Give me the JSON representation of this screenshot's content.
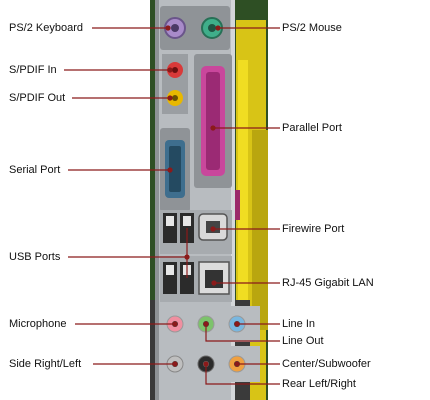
{
  "labels": {
    "ps2_keyboard": "PS/2 Keyboard",
    "ps2_mouse": "PS/2 Mouse",
    "spdif_in": "S/PDIF In",
    "spdif_out": "S/PDIF Out",
    "parallel_port": "Parallel Port",
    "serial_port": "Serial Port",
    "firewire_port": "Firewire Port",
    "usb_ports": "USB Ports",
    "rj45_lan": "RJ-45 Gigabit LAN",
    "microphone": "Microphone",
    "line_in": "Line In",
    "line_out": "Line Out",
    "side_right_left": "Side Right/Left",
    "center_subwoofer": "Center/Subwoofer",
    "rear_left_right": "Rear Left/Right"
  },
  "colors": {
    "leader_line": "#8b1a1a",
    "panel_metal": "#b8bcc0",
    "board_yellow": "#e8d21a",
    "board_green": "#3f6f2f",
    "keyboard_port": "#a88bc9",
    "mouse_port": "#3fae8a",
    "parallel_port": "#c9479c",
    "serial_port": "#3e6e8e",
    "spdif_in": "#d93a3a",
    "spdif_out": "#e8b800",
    "jack_pink": "#f08fa0",
    "jack_green": "#7cc36b",
    "jack_blue": "#79b7e0",
    "jack_black": "#2b2b2b",
    "jack_orange": "#f0a040",
    "jack_gray": "#bfbfbf"
  }
}
